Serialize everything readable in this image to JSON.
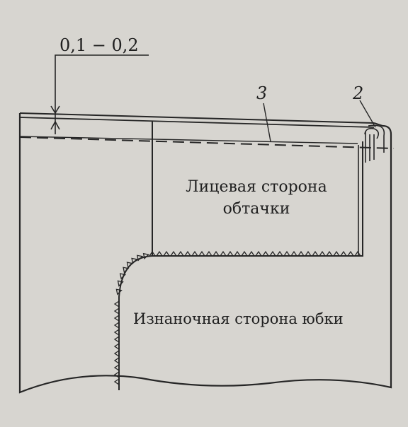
{
  "dimension": {
    "label": "0,1 − 0,2"
  },
  "markers": {
    "stitch_line": "3",
    "edge": "2"
  },
  "regions": {
    "facing_label_line1": "Лицевая сторона",
    "facing_label_line2": "обтачки",
    "skirt_label": "Изнаночная сторона юбки"
  },
  "colors": {
    "paper": "#d7d5d0",
    "ink": "#262626"
  }
}
